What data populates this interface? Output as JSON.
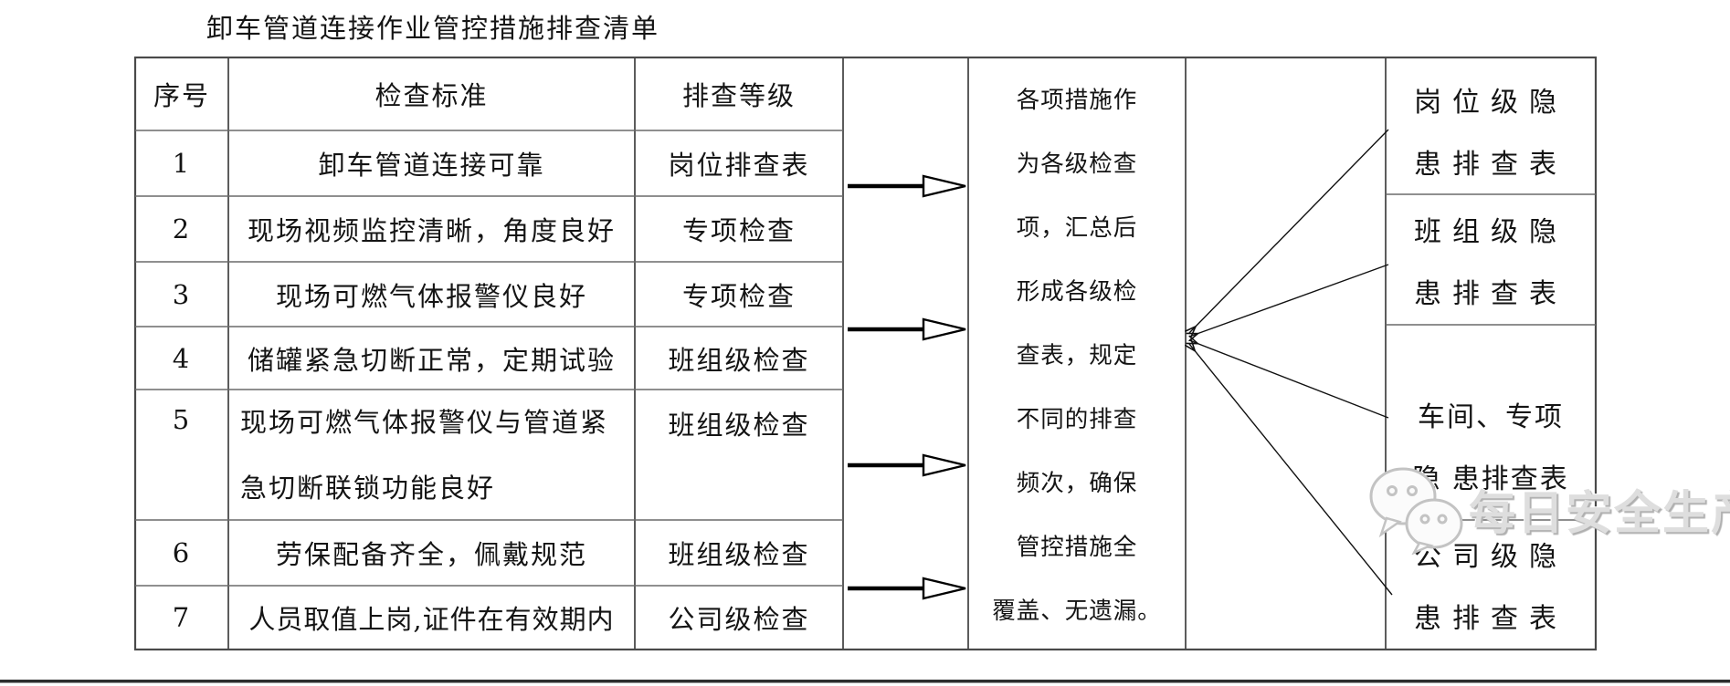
{
  "title": "卸车管道连接作业管控措施排查清单",
  "table": {
    "headers": [
      "序号",
      "检查标准",
      "排查等级"
    ],
    "rows": [
      {
        "num": "1",
        "standard": "卸车管道连接可靠",
        "level": "岗位排查表"
      },
      {
        "num": "2",
        "standard": "现场视频监控清晰，角度良好",
        "level": "专项检查"
      },
      {
        "num": "3",
        "standard": "现场可燃气体报警仪良好",
        "level": "专项检查"
      },
      {
        "num": "4",
        "standard": "储罐紧急切断正常，定期试验",
        "level": "班组级检查"
      },
      {
        "num": "5",
        "standard": "现场可燃气体报警仪与管道紧急切断联锁功能良好",
        "level": "班组级检查"
      },
      {
        "num": "6",
        "standard": "劳保配备齐全，佩戴规范",
        "level": "班组级检查"
      },
      {
        "num": "7",
        "standard": "人员取值上岗,证件在有效期内",
        "level": "公司级检查"
      }
    ]
  },
  "middle_note": {
    "lines": [
      "各项措施作",
      "为各级检查",
      "项，汇总后",
      "形成各级检",
      "查表，规定",
      "不同的排查",
      "频次，确保",
      "管控措施全",
      "覆盖、无遗漏。"
    ]
  },
  "output_boxes": [
    {
      "line1": "岗位级隐",
      "line2": "患排查表"
    },
    {
      "line1": "班组级隐",
      "line2": "患排查表"
    },
    {
      "line1": "车间、专项",
      "line2": "隐 患排查表"
    },
    {
      "line1": "公司级隐",
      "line2": "患排查表"
    }
  ],
  "watermark": {
    "text": "每日安全生产",
    "icon": "wechat-icon"
  },
  "colors": {
    "border": "#4a4a4a",
    "inner_border": "#6a6a6a",
    "text": "#141414",
    "arrow": "#000000",
    "watermark": "#dedede",
    "bottom_rule": "#2e2e2e"
  }
}
